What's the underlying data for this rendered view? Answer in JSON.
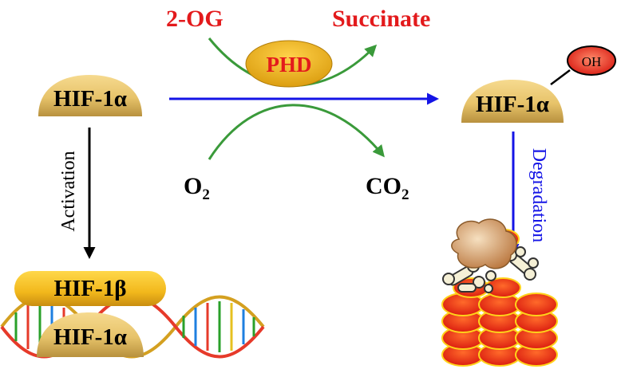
{
  "labels": {
    "hif1a_left": "HIF-1α",
    "hif1a_right": "HIF-1α",
    "hif1b": "HIF-1β",
    "hif1a_dna": "HIF-1α",
    "phd": "PHD",
    "og": "2-OG",
    "succinate": "Succinate",
    "o2_main": "O",
    "o2_sub": "2",
    "co2_main": "CO",
    "co2_sub": "2",
    "oh": "OH",
    "activation": "Activation",
    "degradation": "Degradation"
  },
  "colors": {
    "protein_light": "#f4d58a",
    "protein_dark": "#c9a54a",
    "phd_fill": "#e8b418",
    "red_text": "#e31a1c",
    "green_arrow": "#3a9a3a",
    "blue_arrow": "#1414e6",
    "black": "#000000"
  }
}
